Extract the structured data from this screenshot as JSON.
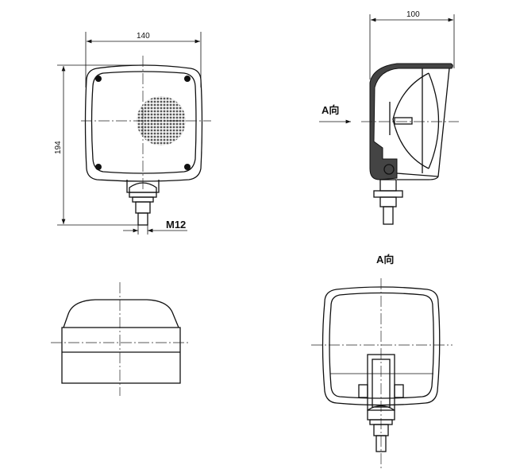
{
  "drawing": {
    "front_view": {
      "width_dim": "140",
      "height_dim": "194",
      "thread_label": "M12"
    },
    "side_view": {
      "depth_dim": "100",
      "view_arrow_label": "A向"
    },
    "rear_view": {
      "view_label": "A向"
    },
    "line_color": "#111111"
  }
}
